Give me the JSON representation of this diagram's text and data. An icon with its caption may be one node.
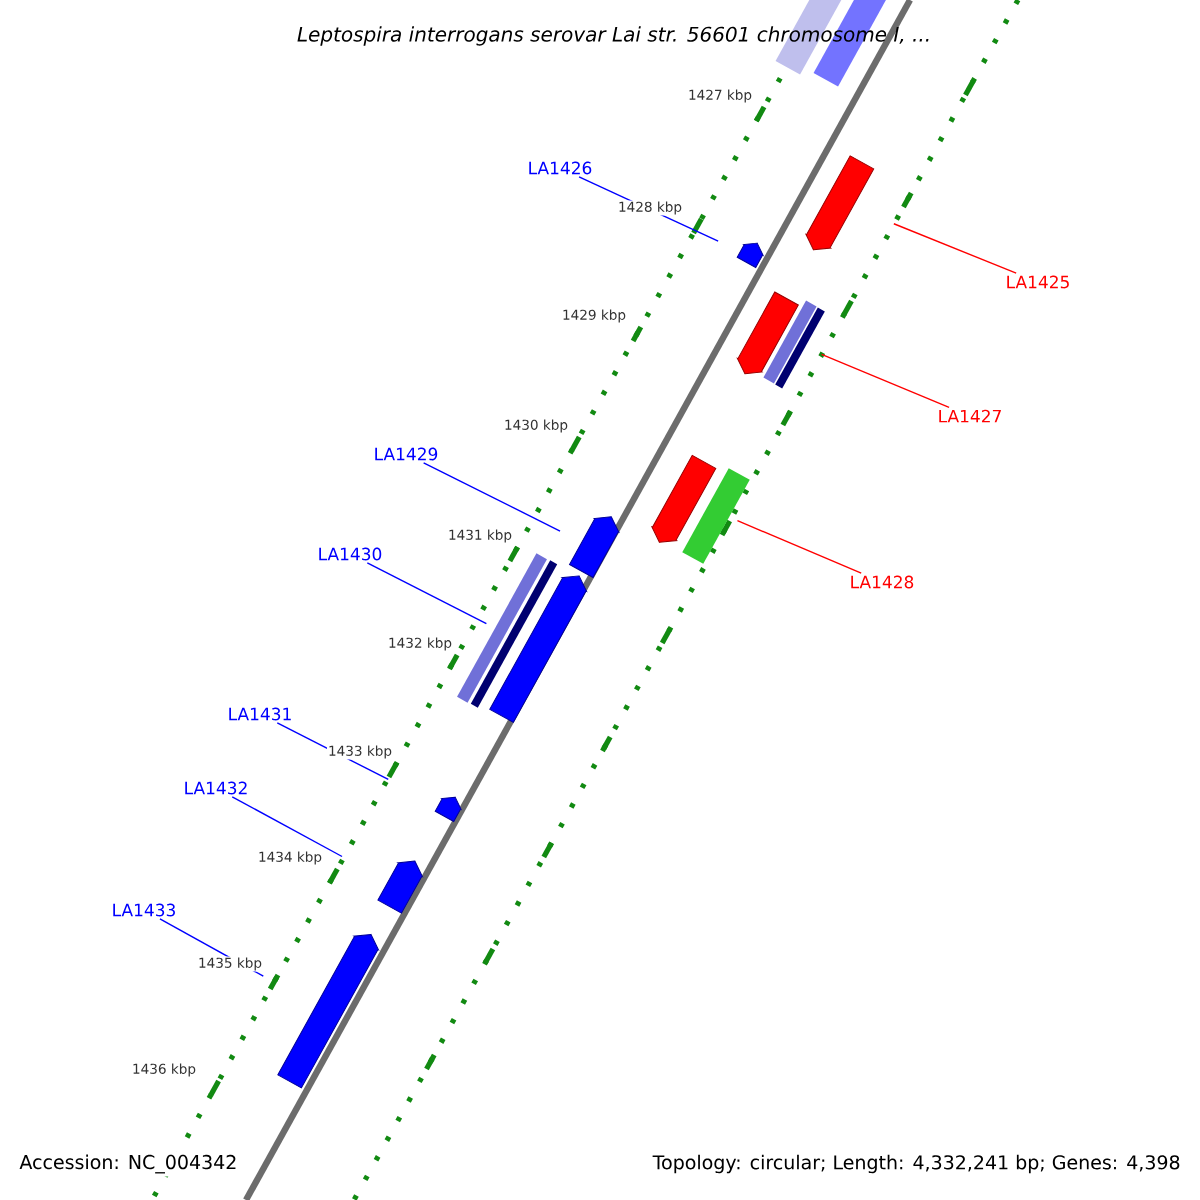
{
  "diagram": {
    "title": "Leptospira interrogans serovar Lai str. 56601 chromosome I, ...",
    "nodes": [
      {
        "text": [
          "LA1426"
        ]
      },
      {
        "text": [
          "LA1425"
        ]
      },
      {
        "text": [
          "LA1427"
        ]
      },
      {
        "text": [
          "LA1429"
        ]
      },
      {
        "text": [
          "LA1430"
        ]
      },
      {
        "text": [
          "LA1428"
        ]
      },
      {
        "text": [
          "LA1431"
        ]
      },
      {
        "text": [
          "LA1432"
        ]
      },
      {
        "text": [
          "LA1433"
        ]
      },
      {
        "text": [],
        "shape": "bar"
      },
      {
        "text": [],
        "shape": "bar"
      },
      {
        "text": [],
        "shape": "bar"
      },
      {
        "text": [],
        "shape": "bar"
      },
      {
        "text": [],
        "shape": "bar"
      },
      {
        "text": [],
        "shape": "bar"
      },
      {
        "text": [],
        "shape": "bar"
      },
      {
        "text": [],
        "shape": "bar"
      },
      {
        "text": [],
        "shape": "bar"
      }
    ],
    "edges": [
      {
        "from": 0,
        "to": 10,
        "arrow": "none"
      },
      {
        "from": 1,
        "to": 9,
        "arrow": "none",
        "color": "#ff0000"
      },
      {
        "from": 2,
        "to": 11,
        "arrow": "none",
        "color": "#ff0000"
      },
      {
        "from": 3,
        "to": 13,
        "arrow": "none"
      },
      {
        "from": 4,
        "to": 14,
        "arrow": "none"
      },
      {
        "from": 5,
        "to": 12,
        "arrow": "none",
        "color": "#ff0000"
      },
      {
        "from": 6,
        "to": 15,
        "arrow": "none"
      },
      {
        "from": 7,
        "to": 16,
        "arrow": "none"
      },
      {
        "from": 8,
        "to": 17,
        "arrow": "none"
      }
    ],
    "labels": [
      "1427 kbp",
      "1428 kbp",
      "1429 kbp",
      "1430 kbp",
      "1431 kbp",
      "1432 kbp",
      "1433 kbp",
      "1434 kbp",
      "1435 kbp",
      "1436 kbp",
      "Accession: NC_004342",
      "Topology: circular; Length: 4,332,241 bp; Genes: 4,398"
    ]
  }
}
